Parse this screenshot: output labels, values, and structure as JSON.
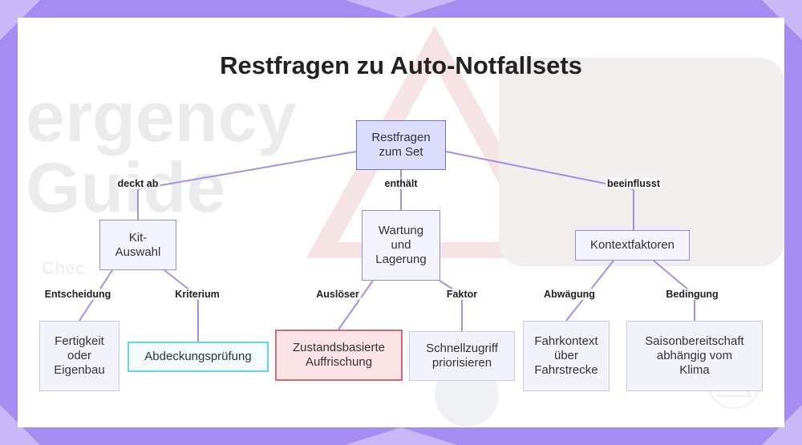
{
  "title": "Restfragen zu Auto-Notfallsets",
  "nodes": {
    "root": [
      "Restfragen",
      "zum Set"
    ],
    "kit": [
      "Kit-",
      "Auswahl"
    ],
    "wartung": [
      "Wartung",
      "und",
      "Lagerung"
    ],
    "kontext": [
      "Kontextfaktoren"
    ],
    "fertigkeit": [
      "Fertigkeit",
      "oder",
      "Eigenbau"
    ],
    "abdeckung": [
      "Abdeckungsprüfung"
    ],
    "zustand": [
      "Zustandsbasierte",
      "Auffrischung"
    ],
    "schnell": [
      "Schnellzugriff",
      "priorisieren"
    ],
    "fahr": [
      "Fahrkontext",
      "über",
      "Fahrstrecke"
    ],
    "saison": [
      "Saisonbereitschaft",
      "abhängig vom",
      "Klima"
    ]
  },
  "edges": {
    "deckt_ab": "deckt ab",
    "enthaelt": "enthält",
    "beeinflusst": "beeinflusst",
    "entscheidung": "Entscheidung",
    "kriterium": "Kriterium",
    "ausloeser": "Auslöser",
    "faktor": "Faktor",
    "abwaegung": "Abwägung",
    "bedingung": "Bedingung"
  },
  "background_text": {
    "line1": "ergency",
    "line2": "Guide",
    "line3": "Chec"
  },
  "colors": {
    "frame": "#a58cf0",
    "link": "#a98de6",
    "node_border": "#8f8fd8",
    "root_fill": "#dcdcfb",
    "cyan_border": "#6cd0df",
    "red_border": "#cf6a77"
  }
}
